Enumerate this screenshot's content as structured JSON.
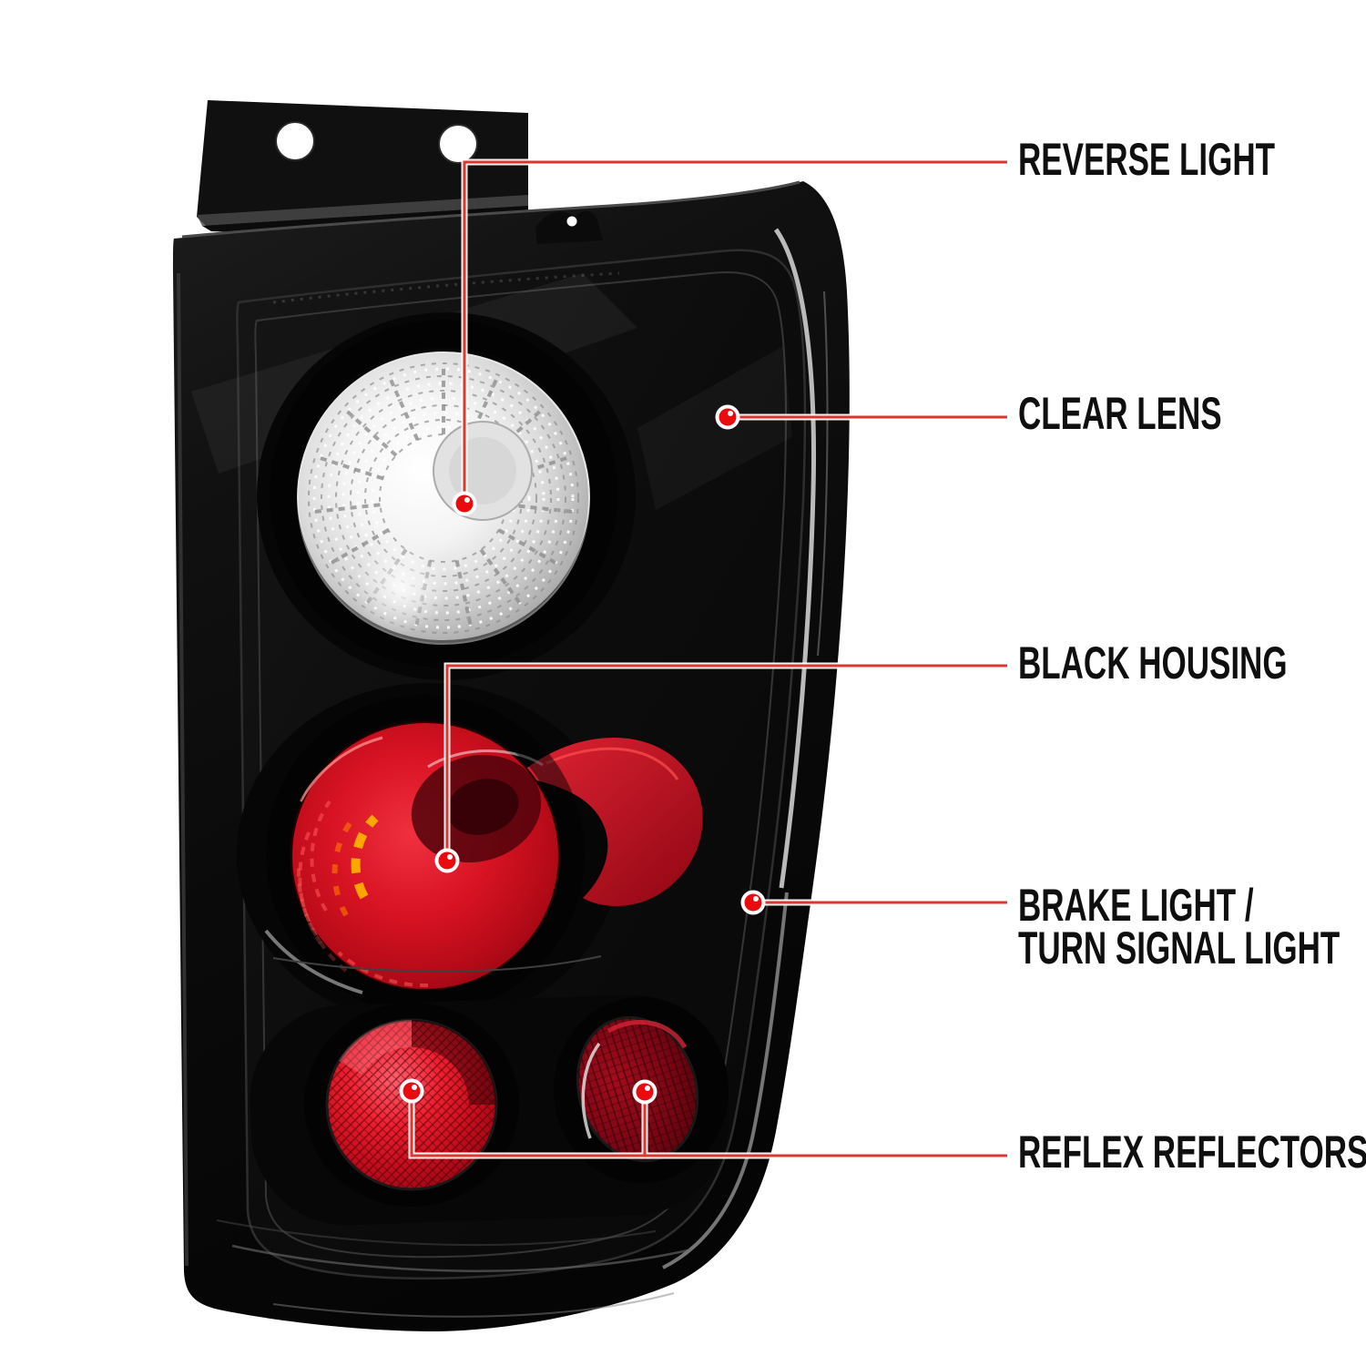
{
  "diagram": {
    "subject": "black-housing-tail-light-parts-diagram",
    "background": "#ffffff",
    "annotation_style": {
      "line_color": "#d9392e",
      "line_halo": "#ffffff",
      "dot_color": "#ea0b0f",
      "dot_ring": "#ffffff",
      "label_color": "#0f0f0f"
    },
    "part_colors": {
      "housing": "#0d0d0d",
      "clear_lens": "#e8e8e8",
      "brake_lens": "#c40e1e",
      "reflector_large": "#d01020",
      "reflector_small": "#6e0510"
    },
    "callouts": [
      {
        "id": "reverse-light",
        "lines": [
          "REVERSE LIGHT"
        ]
      },
      {
        "id": "clear-lens",
        "lines": [
          "CLEAR LENS"
        ]
      },
      {
        "id": "black-housing",
        "lines": [
          "BLACK HOUSING"
        ]
      },
      {
        "id": "brake-turn-signal",
        "lines": [
          "BRAKE LIGHT /",
          "TURN SIGNAL LIGHT"
        ]
      },
      {
        "id": "reflex-reflectors",
        "lines": [
          "REFLEX REFLECTORS"
        ]
      }
    ]
  }
}
